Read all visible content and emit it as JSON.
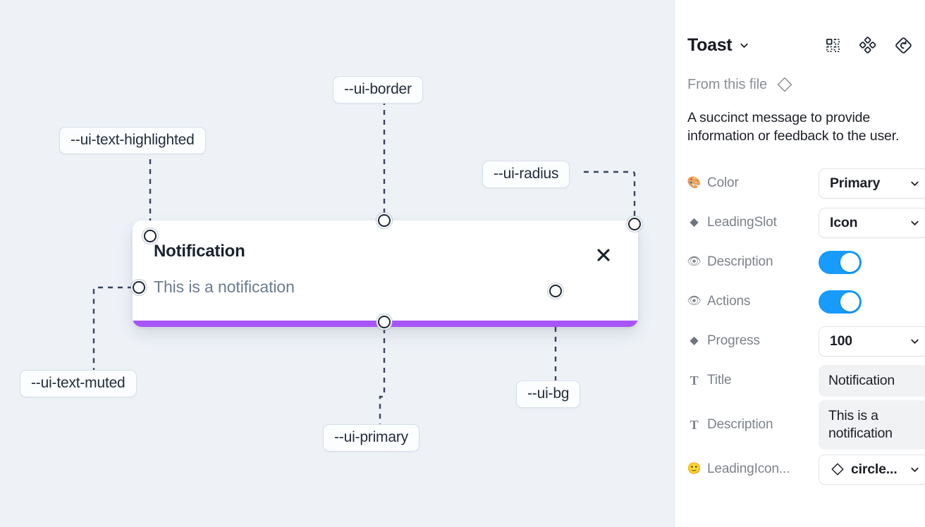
{
  "canvas": {
    "background_color": "#eef2f7",
    "toast": {
      "title": "Notification",
      "description": "This is a notification",
      "close_icon": "close-x-icon",
      "progress_color": "#a855f7",
      "background_color": "#ffffff"
    },
    "tokens": [
      {
        "id": "text-highlighted",
        "label": "--ui-text-highlighted"
      },
      {
        "id": "border",
        "label": "--ui-border"
      },
      {
        "id": "radius",
        "label": "--ui-radius"
      },
      {
        "id": "text-muted",
        "label": "--ui-text-muted"
      },
      {
        "id": "primary",
        "label": "--ui-primary"
      },
      {
        "id": "bg",
        "label": "--ui-bg"
      }
    ]
  },
  "panel": {
    "title": "Toast",
    "title_chevron_icon": "chevron-down-icon",
    "header_icons": [
      {
        "name": "component-set-icon"
      },
      {
        "name": "variants-cluster-icon"
      },
      {
        "name": "reset-instance-icon"
      }
    ],
    "from_file": {
      "text": "From this file",
      "icon": "diamond-outline-icon"
    },
    "description": "A succinct message to provide information or feedback to the user.",
    "properties": [
      {
        "id": "color",
        "icon": "palette-emoji",
        "icon_glyph": "🎨",
        "label": "Color",
        "control": "select",
        "value": "Primary"
      },
      {
        "id": "leading-slot",
        "icon": "diamond-filled-icon",
        "icon_glyph": "◆",
        "label": "LeadingSlot",
        "control": "select",
        "value": "Icon"
      },
      {
        "id": "description-toggle",
        "icon": "eye-emoji",
        "icon_glyph": "👁",
        "label": "Description",
        "control": "toggle",
        "value": "on"
      },
      {
        "id": "actions-toggle",
        "icon": "eye-emoji",
        "icon_glyph": "👁",
        "label": "Actions",
        "control": "toggle",
        "value": "on"
      },
      {
        "id": "progress",
        "icon": "diamond-filled-icon",
        "icon_glyph": "◆",
        "label": "Progress",
        "control": "select",
        "value": "100"
      },
      {
        "id": "title",
        "icon": "text-t-icon",
        "icon_glyph": "T",
        "label": "Title",
        "control": "text",
        "value": "Notification"
      },
      {
        "id": "description-text",
        "icon": "text-t-icon",
        "icon_glyph": "T",
        "label": "Description",
        "control": "textarea",
        "value": "This is a notification"
      },
      {
        "id": "leading-icon",
        "icon": "smiley-emoji",
        "icon_glyph": "🙂",
        "label": "LeadingIcon...",
        "control": "select-icon",
        "value": "circle..."
      }
    ],
    "accent_color": "#179bfc"
  }
}
